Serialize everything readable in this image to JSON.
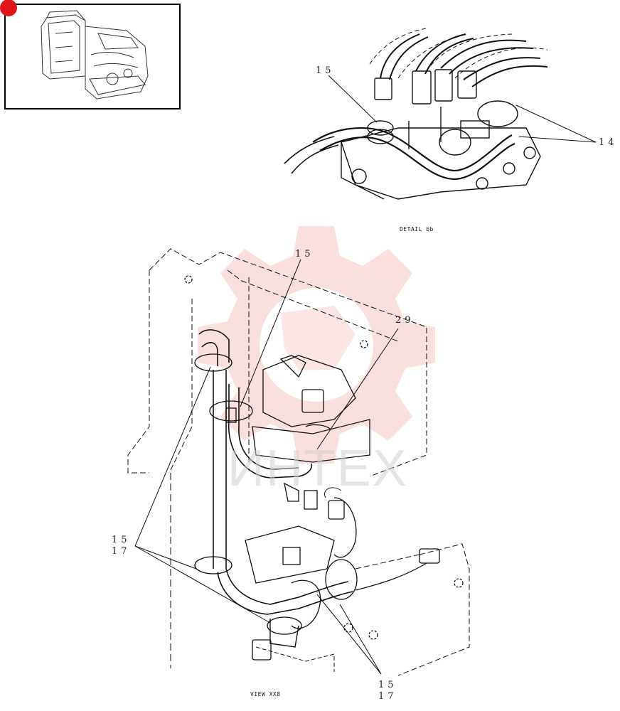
{
  "watermark": {
    "brand_text": "ИНТЕХ",
    "color": "#f7c5c5"
  },
  "detail_caption": "DETAIL bb",
  "view_caption": "VIEW XX8",
  "callouts": {
    "detail_15": "15",
    "detail_14": "14",
    "view_15_top": "15",
    "view_29": "29",
    "view_15_17_left": "15\n17",
    "view_15_17_bottom": "15\n17"
  },
  "thumbnail": {
    "badge_color": "#e1131b"
  }
}
